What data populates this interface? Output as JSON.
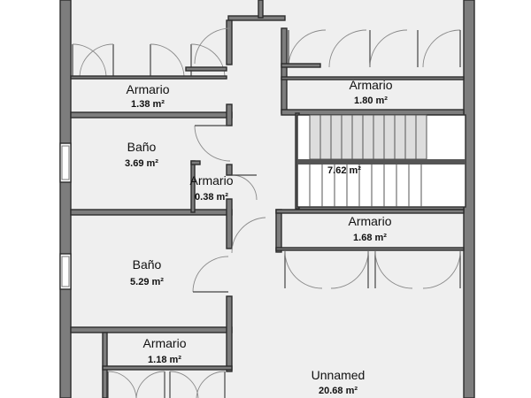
{
  "plan": {
    "rooms": [
      {
        "id": "armario-1",
        "name": "Armario",
        "area": "1.38 m²"
      },
      {
        "id": "armario-2",
        "name": "Armario",
        "area": "1.80 m²"
      },
      {
        "id": "bano-1",
        "name": "Baño",
        "area": "3.69 m²"
      },
      {
        "id": "stairs",
        "name": "",
        "area": "7.62 m²"
      },
      {
        "id": "armario-3",
        "name": "Armario",
        "area": "0.38 m²"
      },
      {
        "id": "armario-4",
        "name": "Armario",
        "area": "1.68 m²"
      },
      {
        "id": "bano-2",
        "name": "Baño",
        "area": "5.29 m²"
      },
      {
        "id": "armario-5",
        "name": "Armario",
        "area": "1.18 m²"
      },
      {
        "id": "unnamed",
        "name": "Unnamed",
        "area": "20.68 m²"
      }
    ]
  },
  "colors": {
    "wall": "#7d7d7d",
    "floor": "#efefef",
    "background": "#ffffff"
  }
}
